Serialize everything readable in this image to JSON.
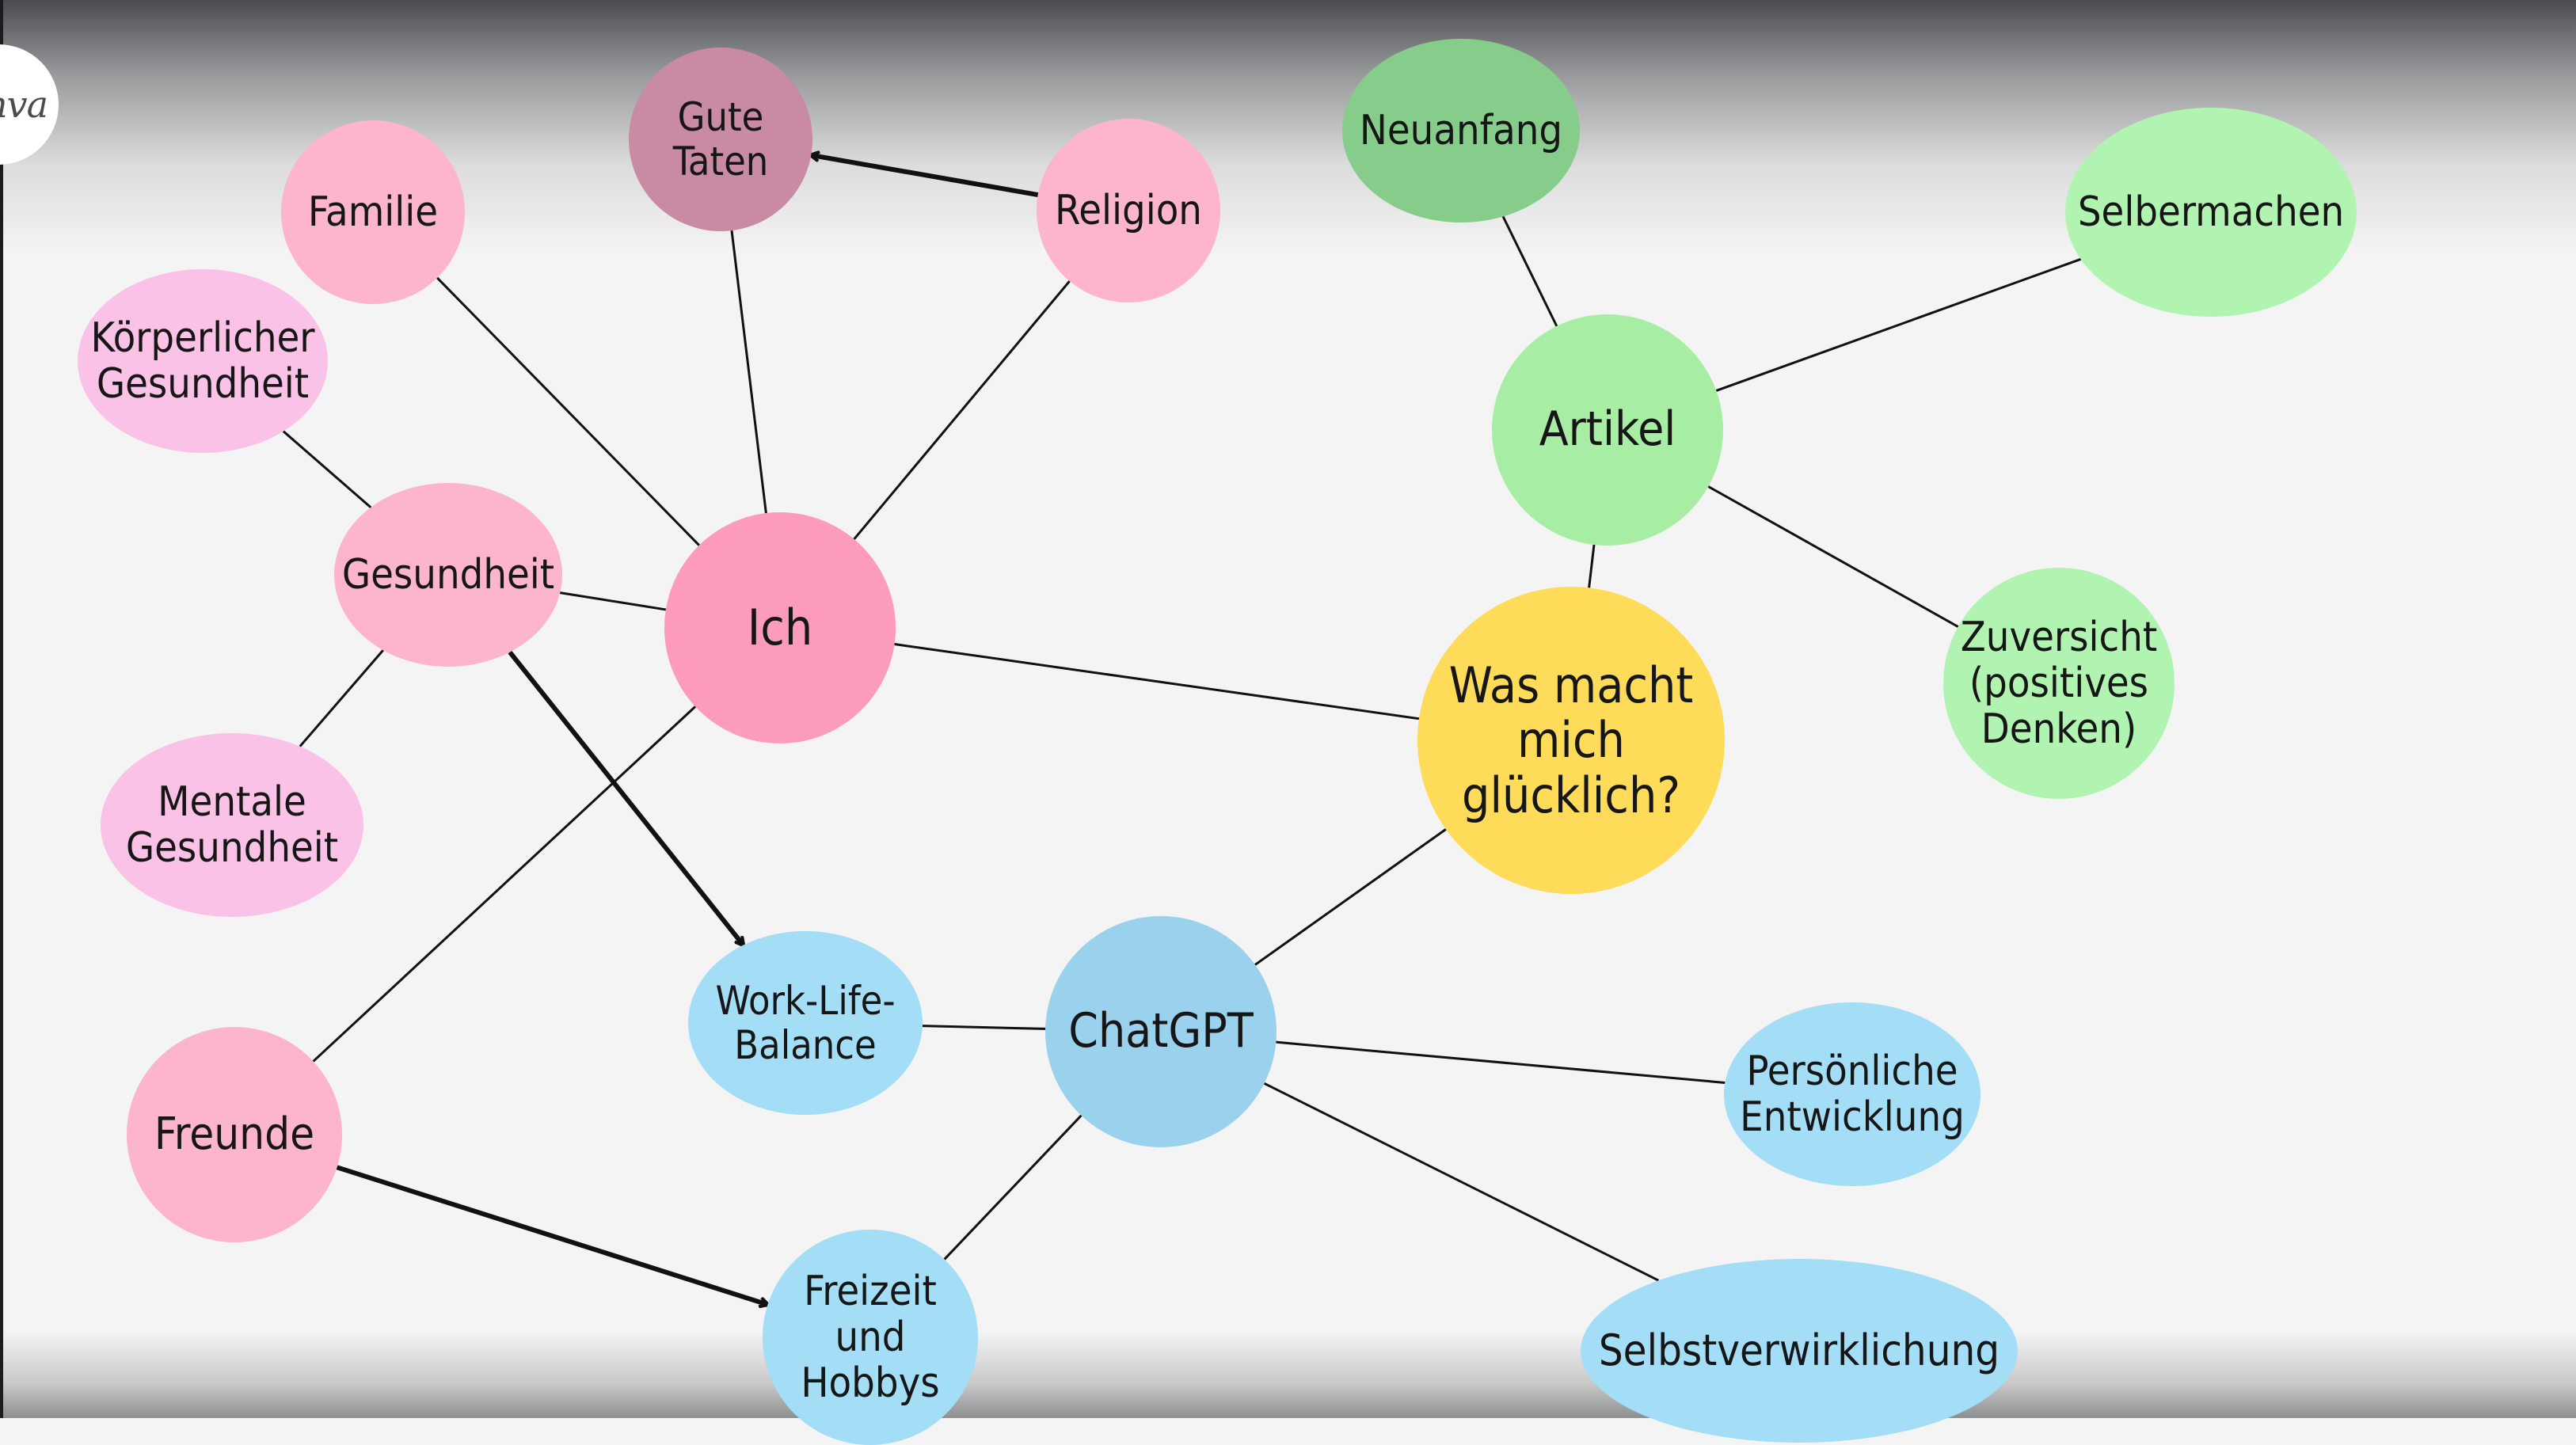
{
  "logo_text": "nva",
  "nodes": {
    "center": {
      "label": "Was macht\nmich\nglücklich?",
      "color": "#ffdb5a"
    },
    "ich": {
      "label": "Ich",
      "color": "#fd9bbd"
    },
    "artikel": {
      "label": "Artikel",
      "color": "#a8eda4"
    },
    "chatgpt": {
      "label": "ChatGPT",
      "color": "#9ad1ec"
    },
    "gute_taten": {
      "label": "Gute\nTaten",
      "color": "#c98ba3"
    },
    "familie": {
      "label": "Familie",
      "color": "#fcb5cc"
    },
    "religion": {
      "label": "Religion",
      "color": "#fcb5cc"
    },
    "koerperliche": {
      "label": "Körperlicher\nGesundheit",
      "color": "#f9c2e6"
    },
    "gesundheit": {
      "label": "Gesundheit",
      "color": "#fcb5cc"
    },
    "mentale": {
      "label": "Mentale\nGesundheit",
      "color": "#f9c2e6"
    },
    "freunde": {
      "label": "Freunde",
      "color": "#fcb5cc"
    },
    "neuanfang": {
      "label": "Neuanfang",
      "color": "#86cc8a"
    },
    "selbermachen": {
      "label": "Selbermachen",
      "color": "#b1f4b1"
    },
    "zuversicht": {
      "label": "Zuversicht\n(positives\nDenken)",
      "color": "#b1f4b1"
    },
    "work_life": {
      "label": "Work-Life-\nBalance",
      "color": "#a3ddf6"
    },
    "freizeit": {
      "label": "Freizeit\nund\nHobbys",
      "color": "#a3ddf6"
    },
    "persoenliche": {
      "label": "Persönliche\nEntwicklung",
      "color": "#a3ddf6"
    },
    "selbstverwirklichung": {
      "label": "Selbstverwirklichung",
      "color": "#a3ddf6"
    }
  },
  "edges": [
    [
      "ich",
      "center"
    ],
    [
      "ich",
      "familie"
    ],
    [
      "ich",
      "gute_taten"
    ],
    [
      "ich",
      "religion"
    ],
    [
      "ich",
      "gesundheit"
    ],
    [
      "ich",
      "freunde"
    ],
    [
      "gesundheit",
      "koerperliche"
    ],
    [
      "gesundheit",
      "mentale"
    ],
    [
      "center",
      "artikel"
    ],
    [
      "artikel",
      "neuanfang"
    ],
    [
      "artikel",
      "selbermachen"
    ],
    [
      "artikel",
      "zuversicht"
    ],
    [
      "center",
      "chatgpt"
    ],
    [
      "chatgpt",
      "work_life"
    ],
    [
      "chatgpt",
      "freizeit"
    ],
    [
      "chatgpt",
      "persoenliche"
    ],
    [
      "chatgpt",
      "selbstverwirklichung"
    ]
  ],
  "arrows": [
    [
      "religion",
      "gute_taten"
    ],
    [
      "gesundheit",
      "work_life"
    ],
    [
      "freunde",
      "freizeit"
    ]
  ],
  "colors": {
    "line": "#111111",
    "background": "#f4f4f4"
  }
}
